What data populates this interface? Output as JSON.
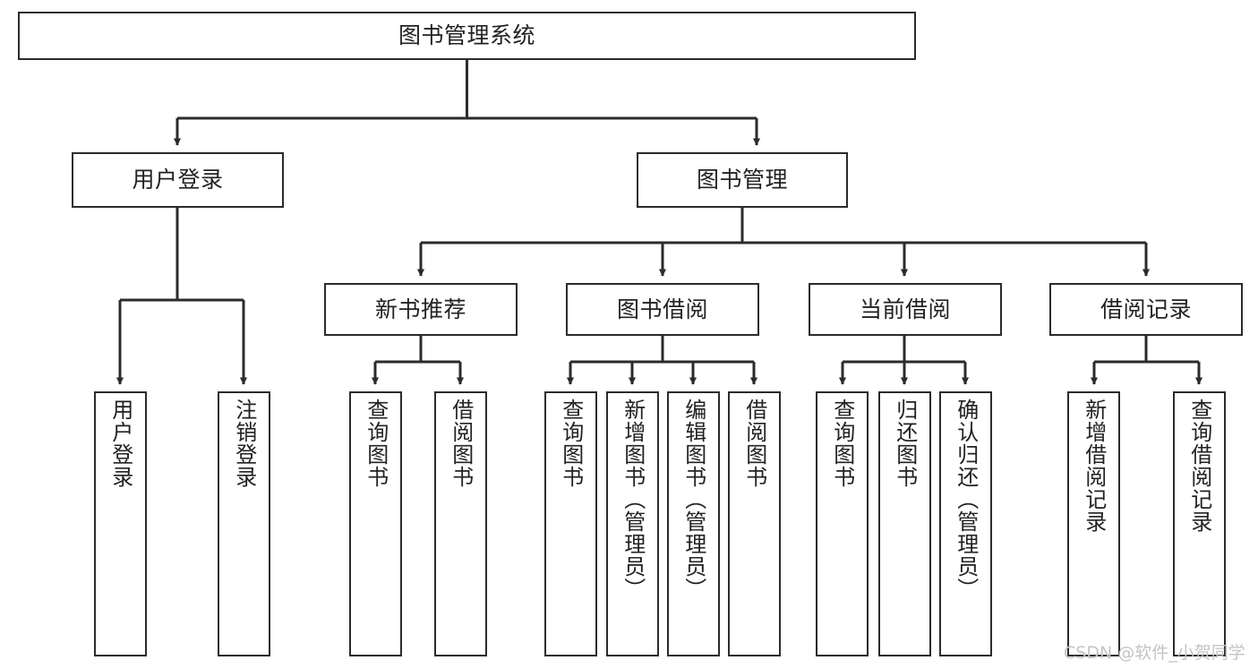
{
  "diagram": {
    "title": "图书管理系统",
    "type": "tree",
    "orientation": "top-down",
    "colors": {
      "box_border": "#2b2b2b",
      "box_fill": "#ffffff",
      "edge": "#2b2b2b",
      "text": "#222222",
      "watermark": "#c4c4c4",
      "background": "#ffffff"
    },
    "nodes": {
      "root": {
        "label": "图书管理系统"
      },
      "level2": [
        {
          "id": "user-login",
          "label": "用户登录"
        },
        {
          "id": "book-management",
          "label": "图书管理"
        }
      ],
      "level3": [
        {
          "id": "new-book-recommend",
          "label": "新书推荐"
        },
        {
          "id": "book-borrow",
          "label": "图书借阅"
        },
        {
          "id": "current-borrow",
          "label": "当前借阅"
        },
        {
          "id": "borrow-record",
          "label": "借阅记录"
        }
      ],
      "leaves": {
        "user_login": [
          {
            "id": "leaf-user-login",
            "label": "用户登录"
          },
          {
            "id": "leaf-logout-login",
            "label": "注销登录"
          }
        ],
        "new_book_recommend": [
          {
            "id": "leaf-query-book-1",
            "label": "查询图书"
          },
          {
            "id": "leaf-borrow-book-1",
            "label": "借阅图书"
          }
        ],
        "book_borrow": [
          {
            "id": "leaf-query-book-2",
            "label": "查询图书"
          },
          {
            "id": "leaf-add-book",
            "label": "新增图书（管理员）"
          },
          {
            "id": "leaf-edit-book",
            "label": "编辑图书（管理员）"
          },
          {
            "id": "leaf-borrow-book-2",
            "label": "借阅图书"
          }
        ],
        "current_borrow": [
          {
            "id": "leaf-query-book-3",
            "label": "查询图书"
          },
          {
            "id": "leaf-return-book",
            "label": "归还图书"
          },
          {
            "id": "leaf-confirm-return",
            "label": "确认归还（管理员）"
          }
        ],
        "borrow_record": [
          {
            "id": "leaf-add-record",
            "label": "新增借阅记录"
          },
          {
            "id": "leaf-query-record",
            "label": "查询借阅记录"
          }
        ]
      }
    },
    "watermark": "CSDN @软件_小贺同学"
  }
}
